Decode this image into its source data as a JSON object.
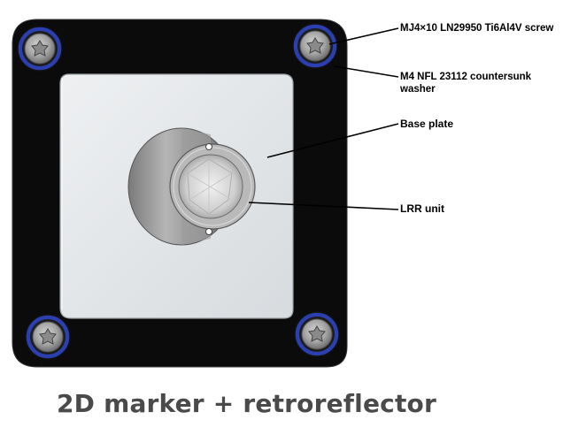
{
  "labels": {
    "screw": "MJ4×10 LN29950 Ti6Al4V screw",
    "washer": "M4 NFL 23112 countersunk washer",
    "base_plate": "Base plate",
    "lrr_unit": "LRR unit"
  },
  "caption": "2D marker + retroreflector",
  "colors": {
    "frame": "#0b0b0b",
    "base_plate": "#e3e6e8",
    "washer_ring": "#2c3fb0",
    "screw_head": "#9a9a9a",
    "caption_text": "#4a4a4a"
  }
}
